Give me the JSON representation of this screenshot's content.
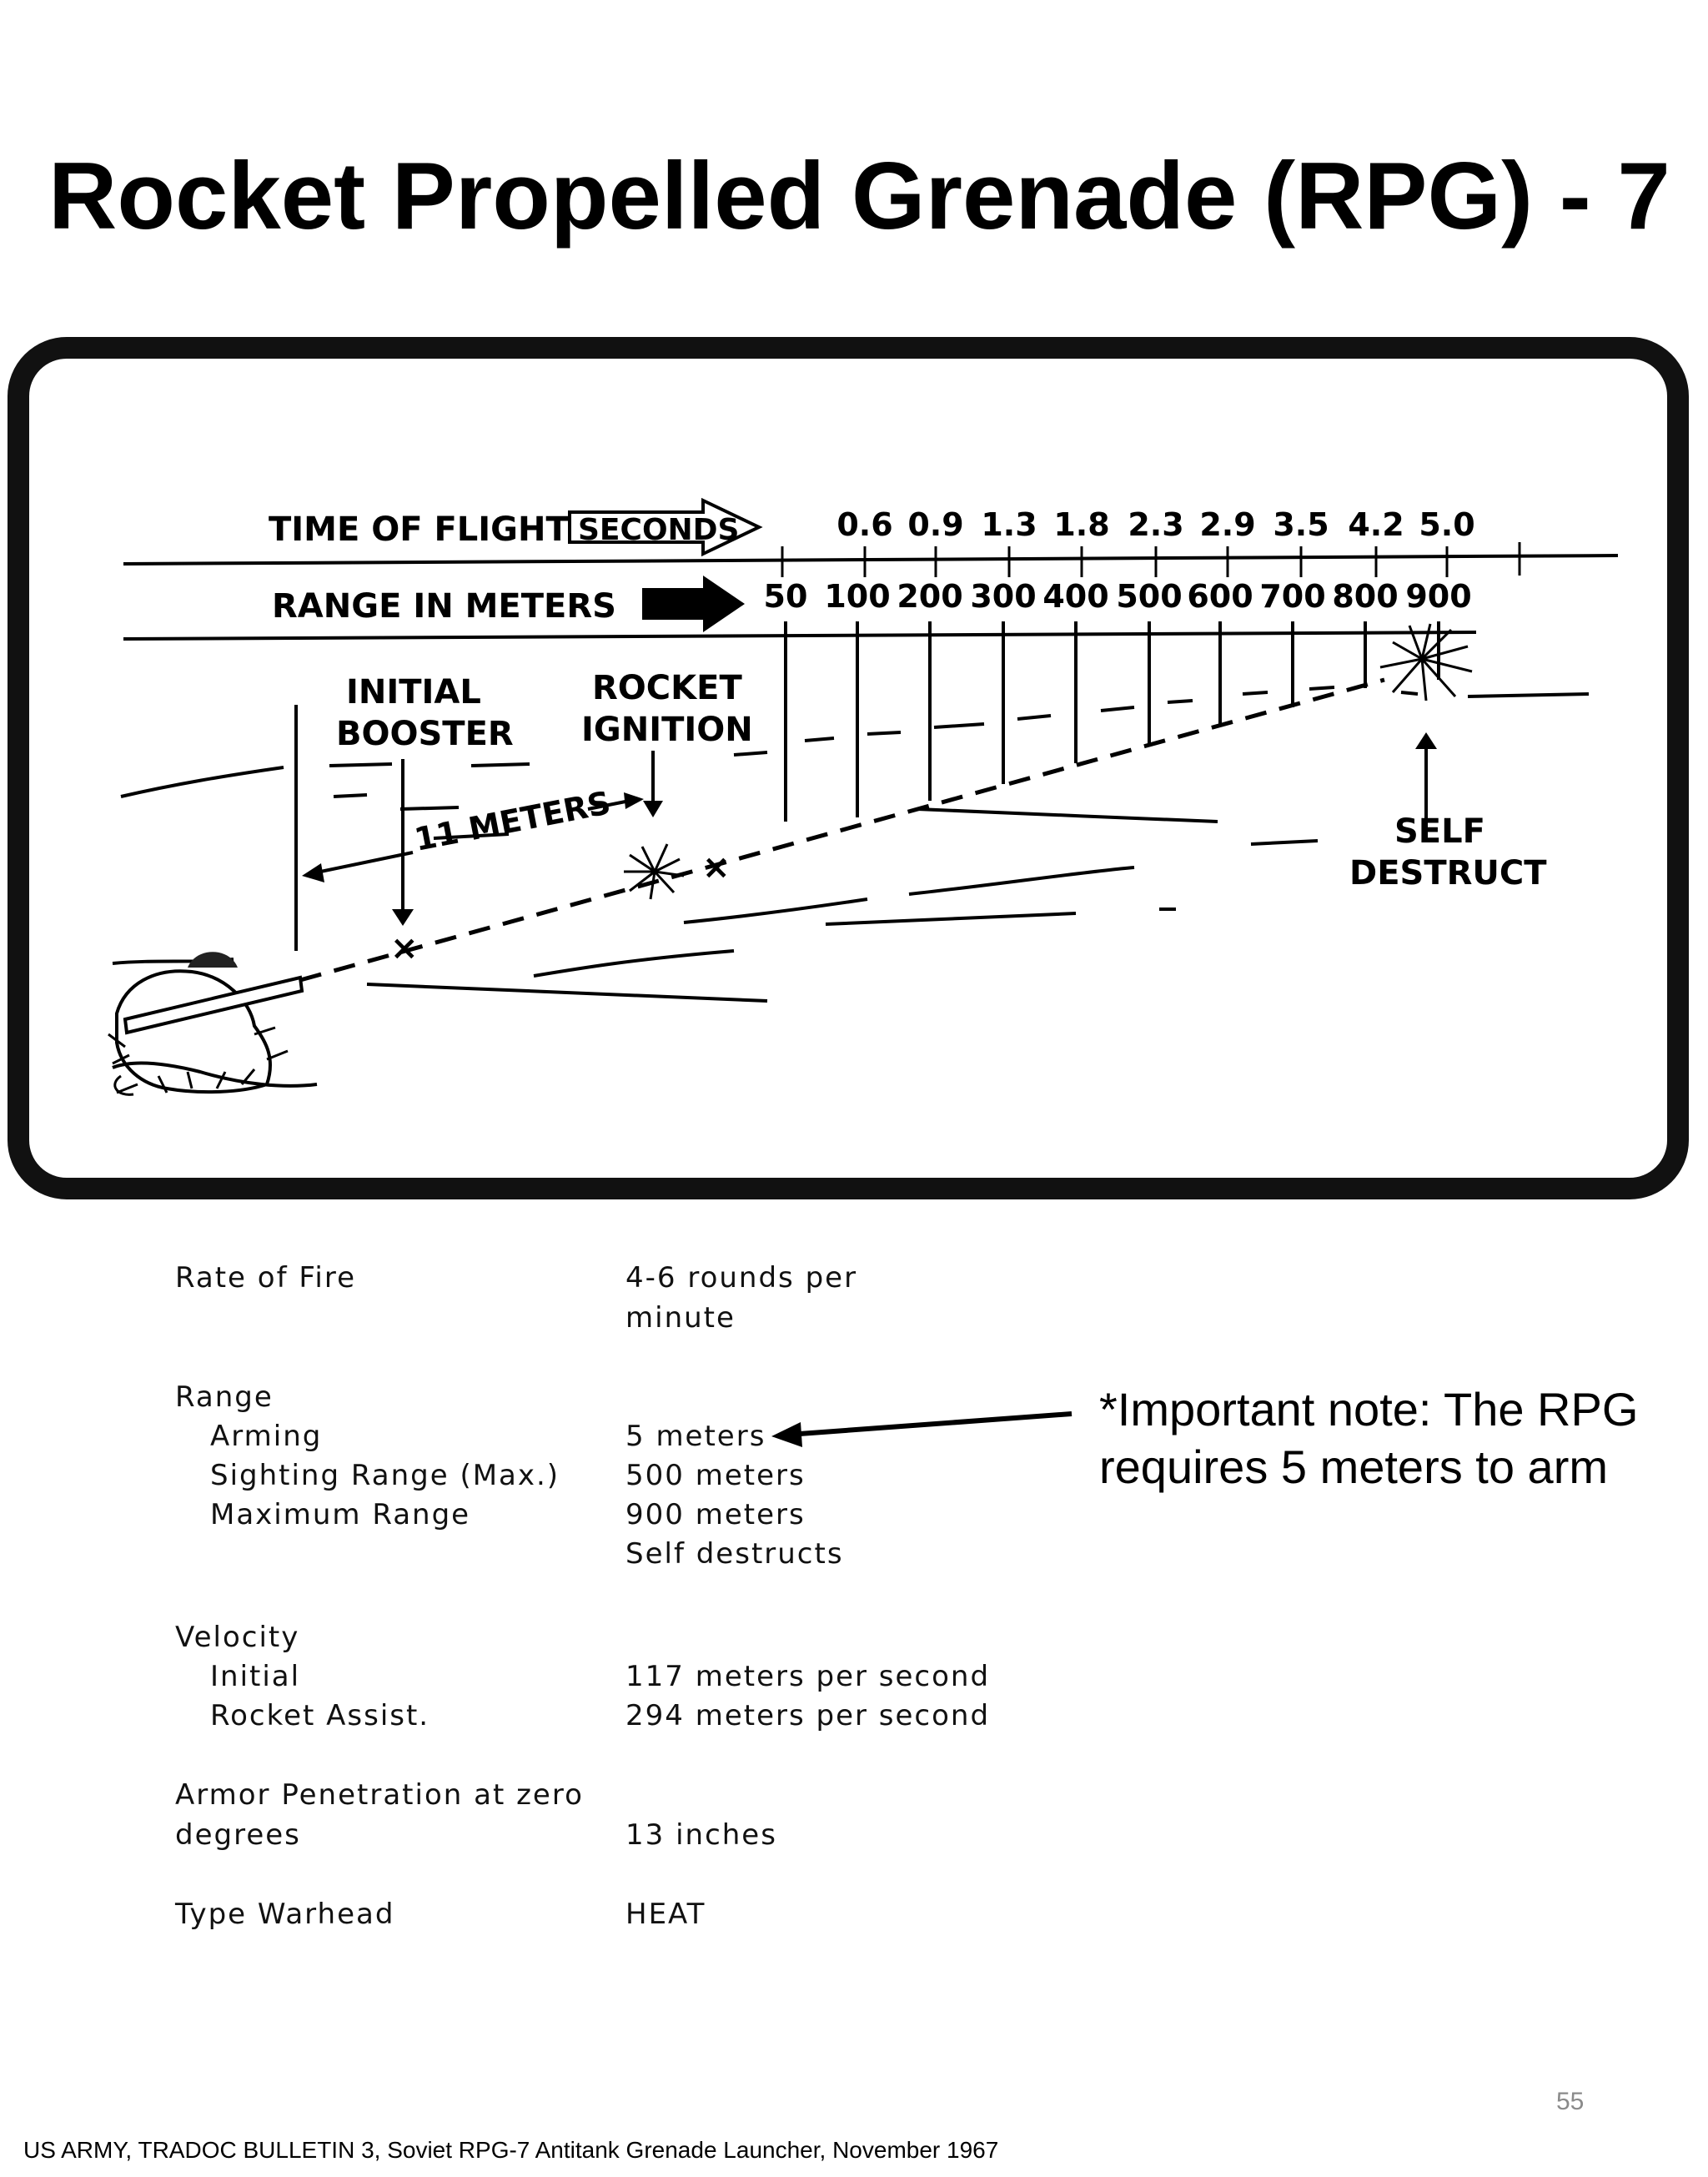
{
  "title": "Rocket Propelled Grenade (RPG) - 7",
  "diagram": {
    "time_of_flight_label": "TIME OF FLIGHT",
    "seconds_label": "SECONDS",
    "range_label": "RANGE IN METERS",
    "initial_booster_line1": "INITIAL",
    "initial_booster_line2": "BOOSTER",
    "rocket_ignition_line1": "ROCKET",
    "rocket_ignition_line2": "IGNITION",
    "meters_label": "11 METERS",
    "self_destruct_line1": "SELF",
    "self_destruct_line2": "DESTRUCT",
    "times": [
      "0.6",
      "0.9",
      "1.3",
      "1.8",
      "2.3",
      "2.9",
      "3.5",
      "4.2",
      "5.0"
    ],
    "ranges": [
      "50",
      "100",
      "200",
      "300",
      "400",
      "500",
      "600",
      "700",
      "800",
      "900"
    ]
  },
  "specs": {
    "rate_of_fire": "Rate of Fire",
    "rate_value_1": "4-6 rounds per",
    "rate_value_2": "minute",
    "range": "Range",
    "arming": "Arming",
    "arming_value": "5 meters",
    "sighting": "Sighting Range (Max.)",
    "sighting_value": "500 meters",
    "max_range": "Maximum Range",
    "max_range_value": "900 meters",
    "self_destructs": "Self destructs",
    "velocity": "Velocity",
    "initial": "Initial",
    "initial_value": "117 meters per second",
    "rocket_assist": "Rocket Assist.",
    "rocket_assist_value": "294 meters per second",
    "armor_1": "Armor Penetration at zero",
    "armor_2": "degrees",
    "armor_value": "13 inches",
    "warhead": "Type Warhead",
    "warhead_value": "HEAT"
  },
  "note": "*Important note: The RPG requires 5 meters to arm",
  "page_number": "55",
  "source": "US ARMY, TRADOC BULLETIN 3, Soviet RPG-7 Antitank Grenade Launcher, November 1967"
}
